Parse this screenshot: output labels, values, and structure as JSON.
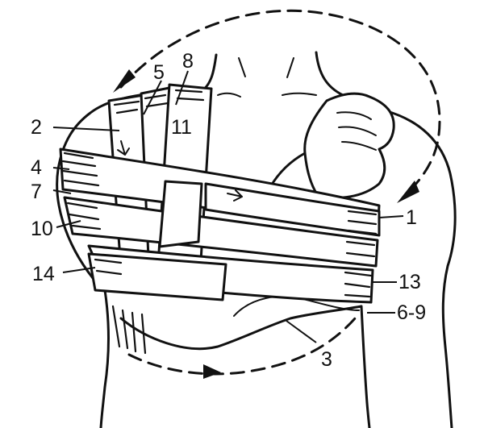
{
  "labels": {
    "l1": "1",
    "l2": "2",
    "l3": "3",
    "l4": "4",
    "l5": "5",
    "l7": "7",
    "l8": "8",
    "l10": "10",
    "l11": "11",
    "l13": "13",
    "l14": "14",
    "l69": "6-9"
  },
  "colors": {
    "ink": "#111111",
    "paper": "#ffffff"
  }
}
